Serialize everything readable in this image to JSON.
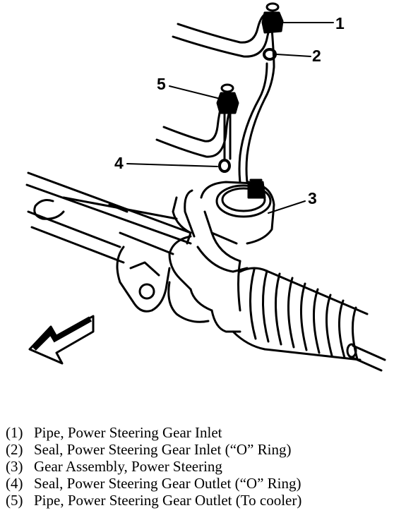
{
  "callouts": {
    "c1": "1",
    "c2": "2",
    "c3": "3",
    "c4": "4",
    "c5": "5"
  },
  "legend": [
    {
      "number": "(1)",
      "text": "Pipe, Power Steering Gear Inlet"
    },
    {
      "number": "(2)",
      "text": "Seal, Power Steering Gear Inlet (“O” Ring)"
    },
    {
      "number": "(3)",
      "text": "Gear Assembly, Power Steering"
    },
    {
      "number": "(4)",
      "text": "Seal, Power Steering Gear Outlet (“O” Ring)"
    },
    {
      "number": "(5)",
      "text": "Pipe, Power Steering Gear Outlet (To cooler)"
    }
  ]
}
